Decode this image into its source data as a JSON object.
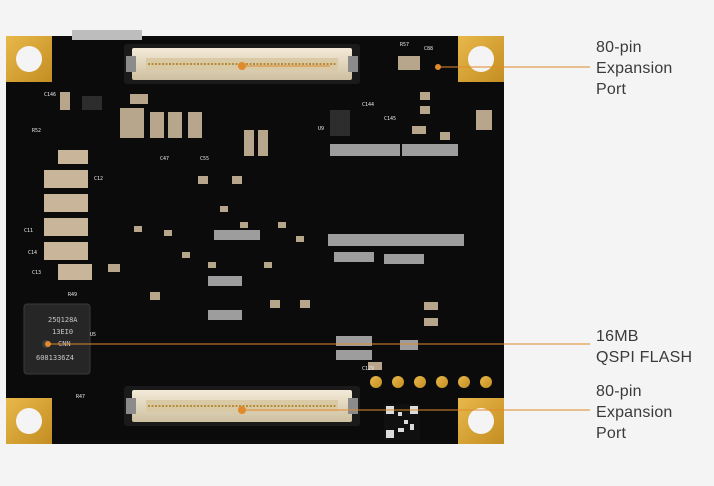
{
  "callouts": [
    {
      "id": "top-connector",
      "text": "80-pin\nExpansion\nPort"
    },
    {
      "id": "flash",
      "text": "16MB\nQSPI FLASH"
    },
    {
      "id": "bottom-connector",
      "text": "80-pin\nExpansion\nPort"
    }
  ],
  "flash_chip": {
    "line1": "25Q128A",
    "line2": "13EI0",
    "line3": "CNN",
    "line4": "6081336Z4"
  },
  "silkscreen": {
    "u5": "U5",
    "u9": "U9",
    "r57": "R57",
    "c88": "C88",
    "c146": "C146",
    "r52": "R52",
    "c129": "C129",
    "r47": "R47",
    "c11": "C11",
    "c14": "C14",
    "c13": "C13",
    "c12": "C12",
    "r49": "R49",
    "c144": "C144",
    "c145": "C145",
    "c55": "C55",
    "c47": "C47"
  },
  "colors": {
    "pcb": "#0d0d0d",
    "gold": "#d9a53a",
    "callout_line": "#e08a2c",
    "text": "#3a3a3a",
    "background": "#f4f4f4"
  }
}
